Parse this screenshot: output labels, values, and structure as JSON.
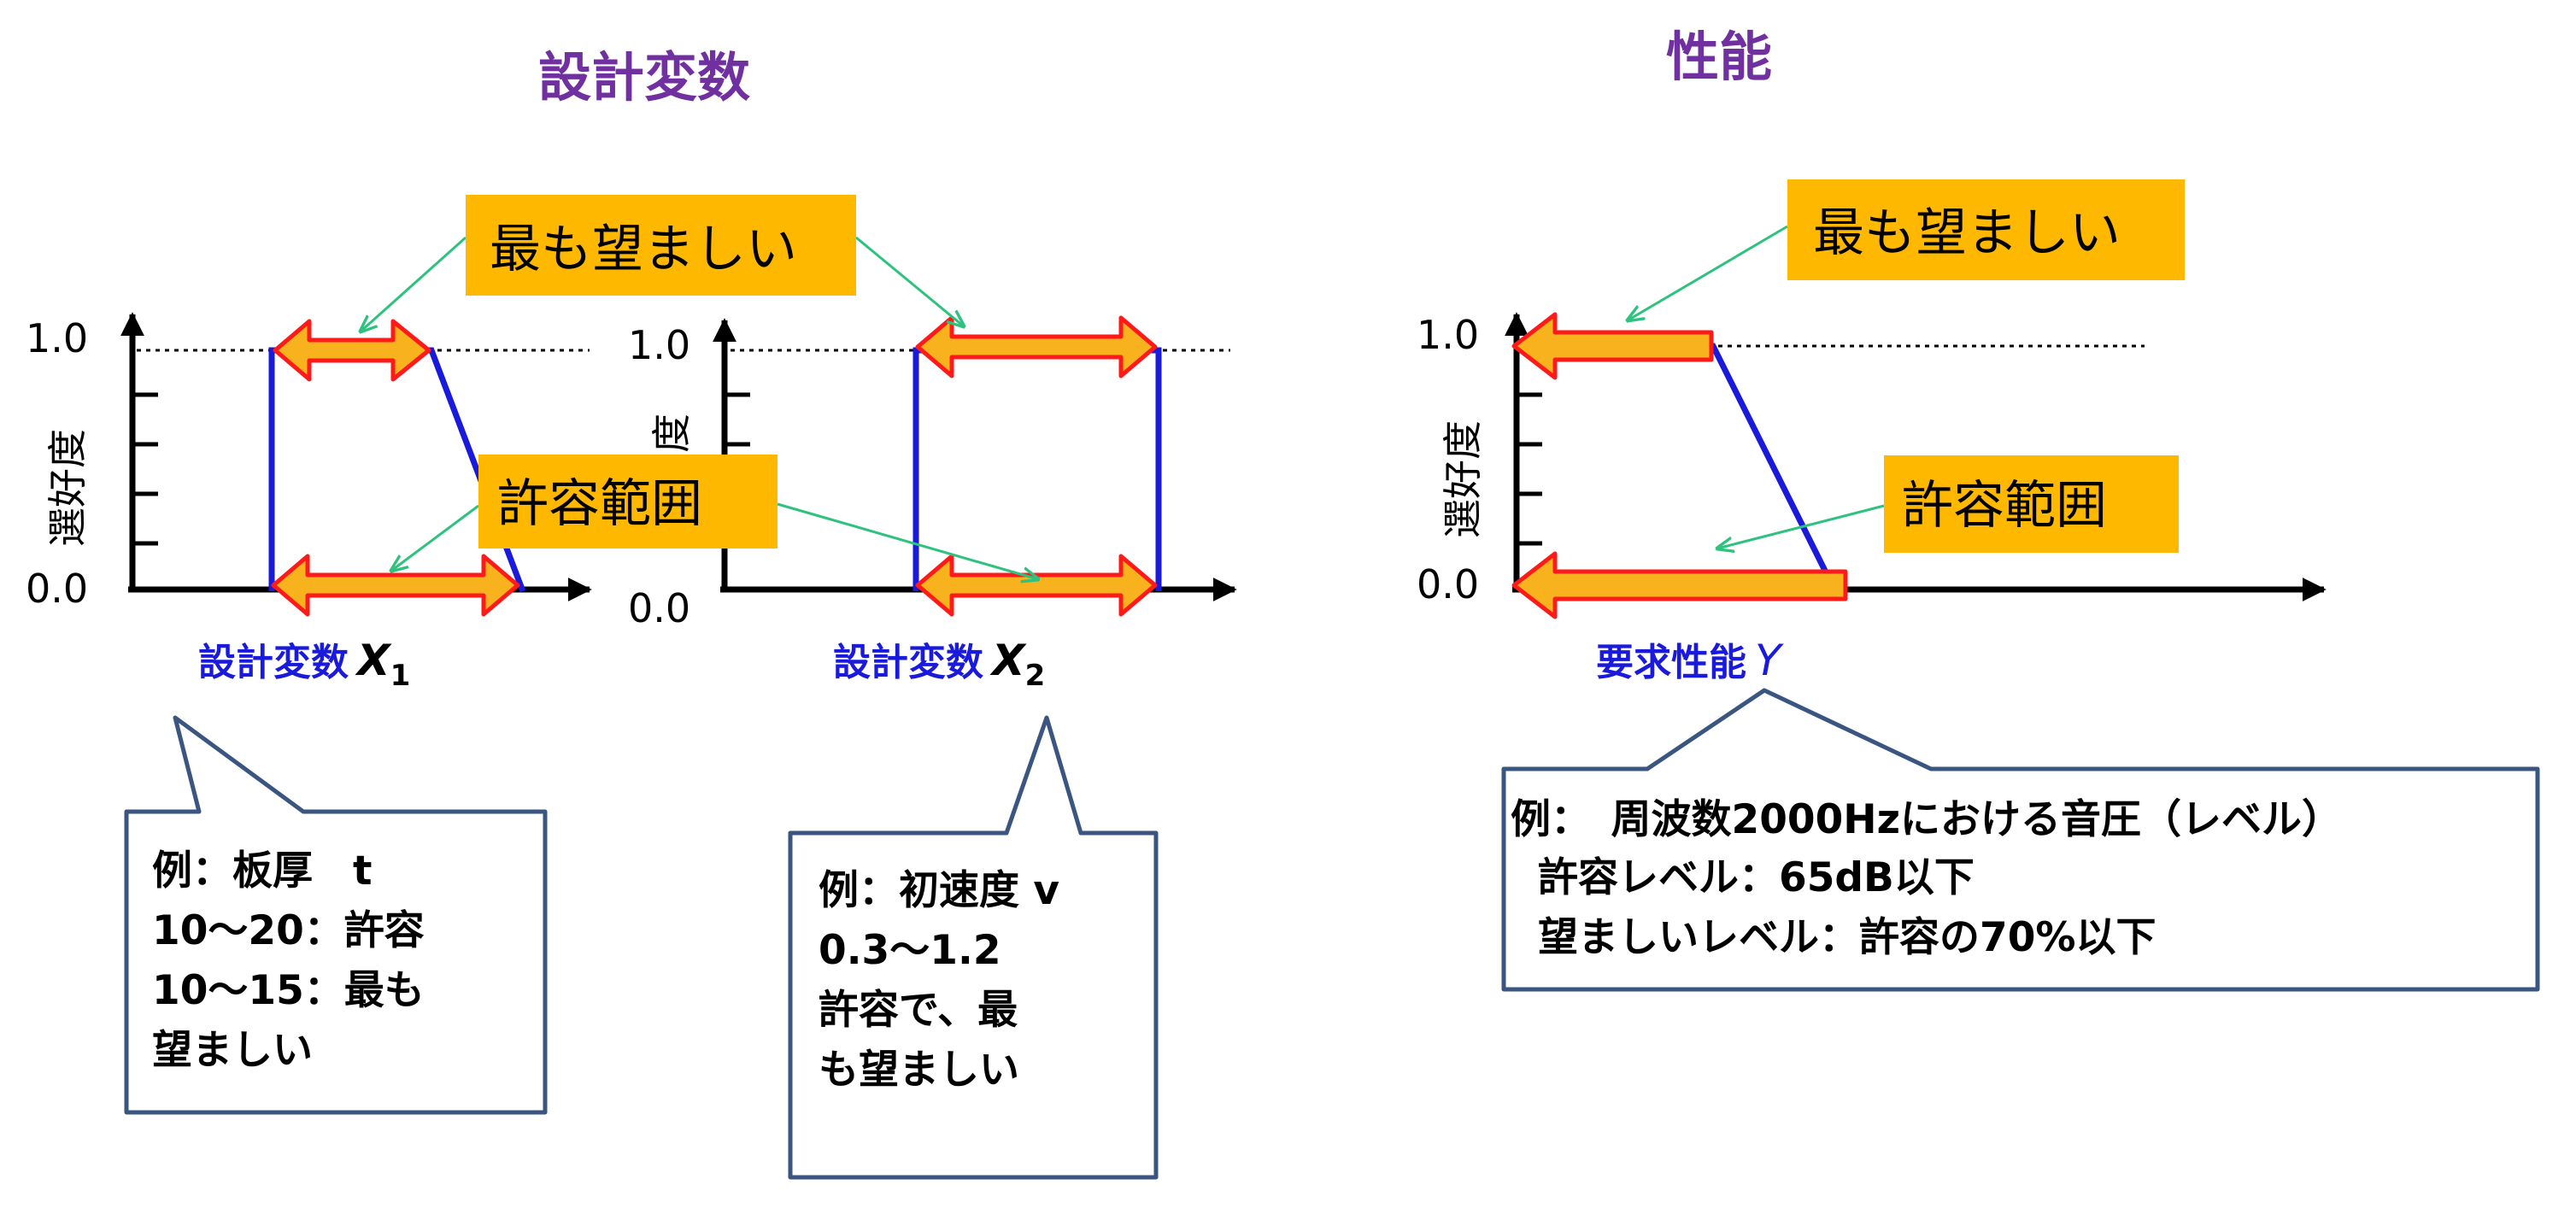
{
  "headings": {
    "design_variables": "設計変数",
    "performance": "性能"
  },
  "labels": {
    "most_desirable": "最も望ましい",
    "acceptable_range": "許容範囲"
  },
  "charts": {
    "x1": {
      "y_label": "選好度",
      "y_top": "1.0",
      "y_bottom": "0.0",
      "x_label": "設計変数",
      "x_var": "X",
      "x_sub": "1"
    },
    "x2": {
      "y_label": "度",
      "y_top": "1.0",
      "y_bottom": "0.0",
      "x_label": "設計変数",
      "x_var": "X",
      "x_sub": "2"
    },
    "y": {
      "y_label": "選好度",
      "y_top": "1.0",
      "y_bottom": "0.0",
      "x_label": "要求性能",
      "x_var": "Y"
    }
  },
  "callouts": {
    "thickness": [
      "例：板厚　t",
      "10～20：許容",
      "10～15：最も",
      "望ましい"
    ],
    "velocity": [
      "例：初速度 v",
      "0.3～1.2",
      "許容で、最",
      "も望ましい"
    ],
    "sound": [
      "例：　周波数2000Hzにおける音圧（レベル）",
      "許容レベル：65dB以下",
      "望ましいレベル：許容の70%以下"
    ]
  },
  "colors": {
    "heading": "#7030a0",
    "axis_label": "#1a1adc",
    "preference_line": "#1a1adc",
    "arrow_fill": "#f7b21e",
    "arrow_outline": "#ff1a1a",
    "label_box": "#ffb800",
    "pointer_line": "#2ec27e",
    "callout_border": "#3a5680"
  }
}
